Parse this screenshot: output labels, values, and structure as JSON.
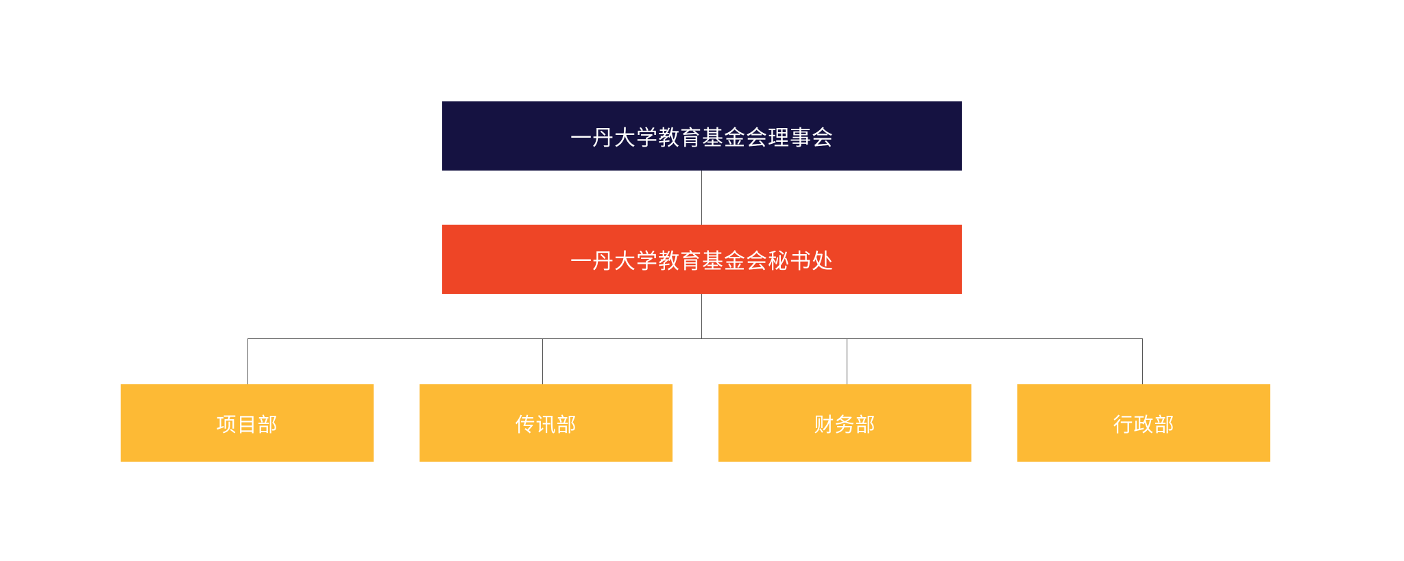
{
  "org_chart": {
    "board": {
      "label": "一丹大学教育基金会理事会",
      "color": "#151241"
    },
    "secretariat": {
      "label": "一丹大学教育基金会秘书处",
      "color": "#EE4526"
    },
    "departments": [
      {
        "label": "项目部",
        "color": "#FDBA35"
      },
      {
        "label": "传讯部",
        "color": "#FDBA35"
      },
      {
        "label": "财务部",
        "color": "#FDBA35"
      },
      {
        "label": "行政部",
        "color": "#FDBA35"
      }
    ],
    "connector_color": "#555555"
  }
}
